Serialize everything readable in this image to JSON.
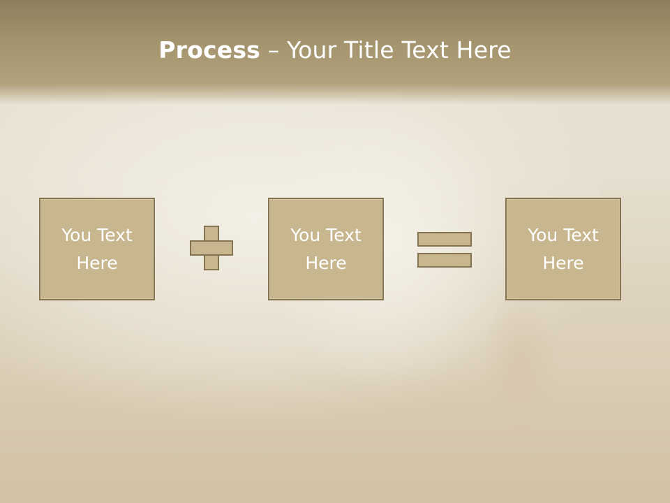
{
  "title": {
    "bold": "Process",
    "rest": " – Your Title Text Here"
  },
  "boxes": [
    {
      "label": "You Text\nHere"
    },
    {
      "label": "You Text\nHere"
    },
    {
      "label": "You Text\nHere"
    }
  ],
  "icons": {
    "plus": "plus-icon",
    "equals": "equals-icon"
  },
  "colors": {
    "header": "#a69670",
    "box_fill": "#c8b68e",
    "box_border": "#857452",
    "text": "#ffffff"
  }
}
